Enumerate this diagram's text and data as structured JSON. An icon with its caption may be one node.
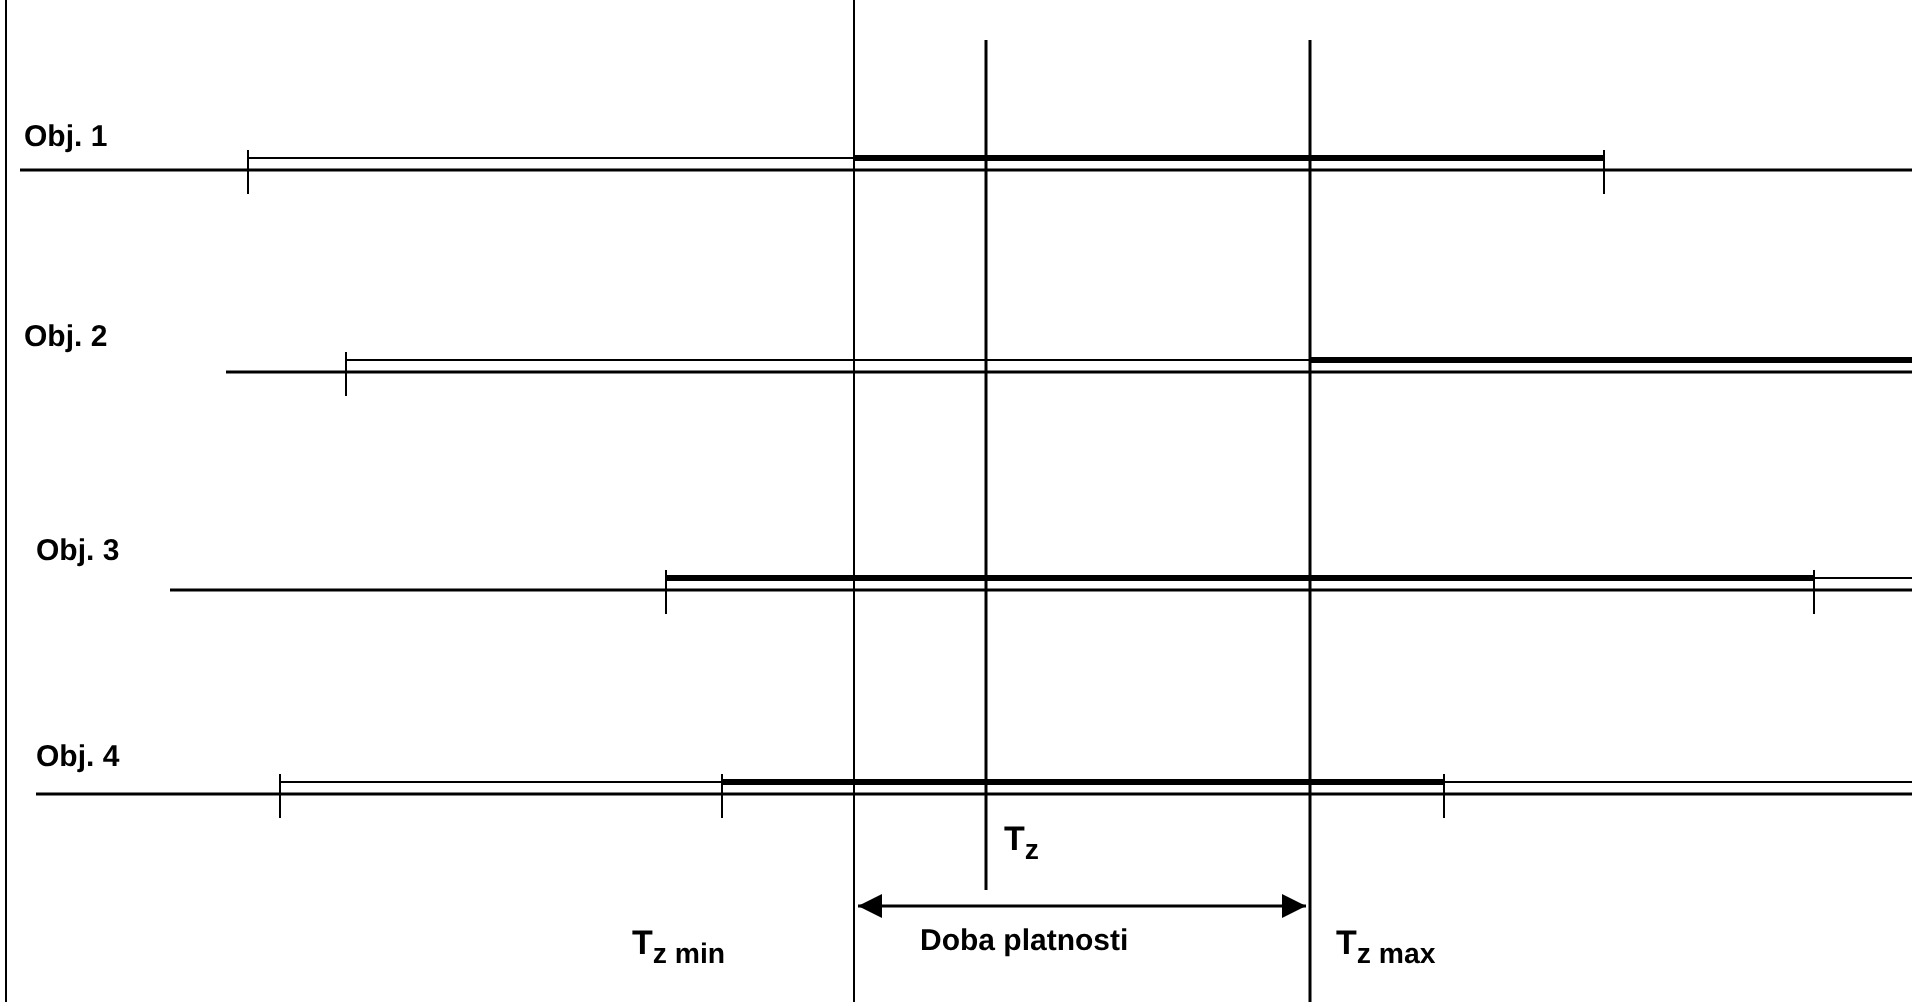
{
  "diagram": {
    "labels": [
      "Obj. 1",
      "Obj. 2",
      "Obj. 3",
      "Obj. 4",
      "T$_{z}$",
      "T$_{z min}$",
      "Doba platnosti",
      "T$_{z max}$"
    ]
  }
}
